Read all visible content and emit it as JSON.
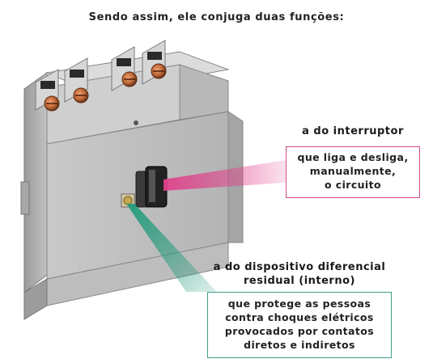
{
  "title": "Sendo assim, ele conjuga duas funções:",
  "switch_label": {
    "heading": "a do interruptor",
    "lines": [
      "que liga e desliga,",
      "manualmente,",
      "o circuito"
    ],
    "color": "#d04a8a"
  },
  "residual_label": {
    "heading_lines": [
      "a do dispositivo diferencial",
      "residual (interno)"
    ],
    "lines": [
      "que protege as pessoas",
      "contra choques elétricos",
      "provocados por contatos",
      "diretos e indiretos"
    ],
    "color": "#3fa08a"
  }
}
